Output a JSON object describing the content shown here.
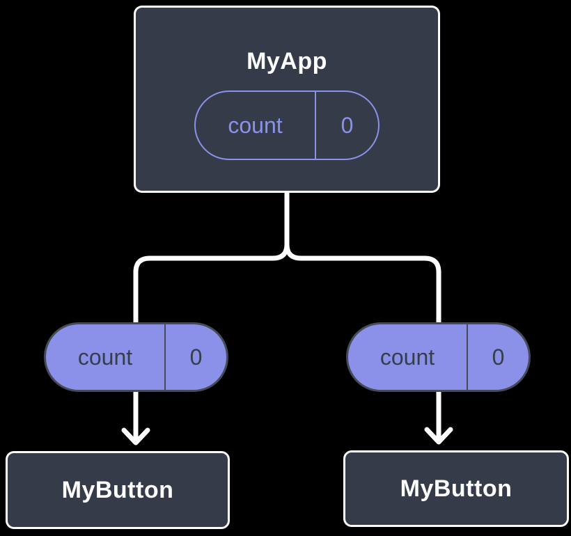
{
  "diagram": {
    "root": {
      "name": "MyApp",
      "state": {
        "label": "count",
        "value": "0"
      }
    },
    "children": [
      {
        "name": "MyButton",
        "prop": {
          "label": "count",
          "value": "0"
        }
      },
      {
        "name": "MyButton",
        "prop": {
          "label": "count",
          "value": "0"
        }
      }
    ]
  },
  "colors": {
    "background": "#000000",
    "component_fill": "#353B49",
    "component_border": "#ffffff",
    "component_text": "#ffffff",
    "state_pill_outline": "#8A93EA",
    "prop_pill_fill": "#8B91E8",
    "prop_pill_border": "#454B59",
    "prop_pill_text": "#363D4B",
    "connector": "#ffffff"
  }
}
